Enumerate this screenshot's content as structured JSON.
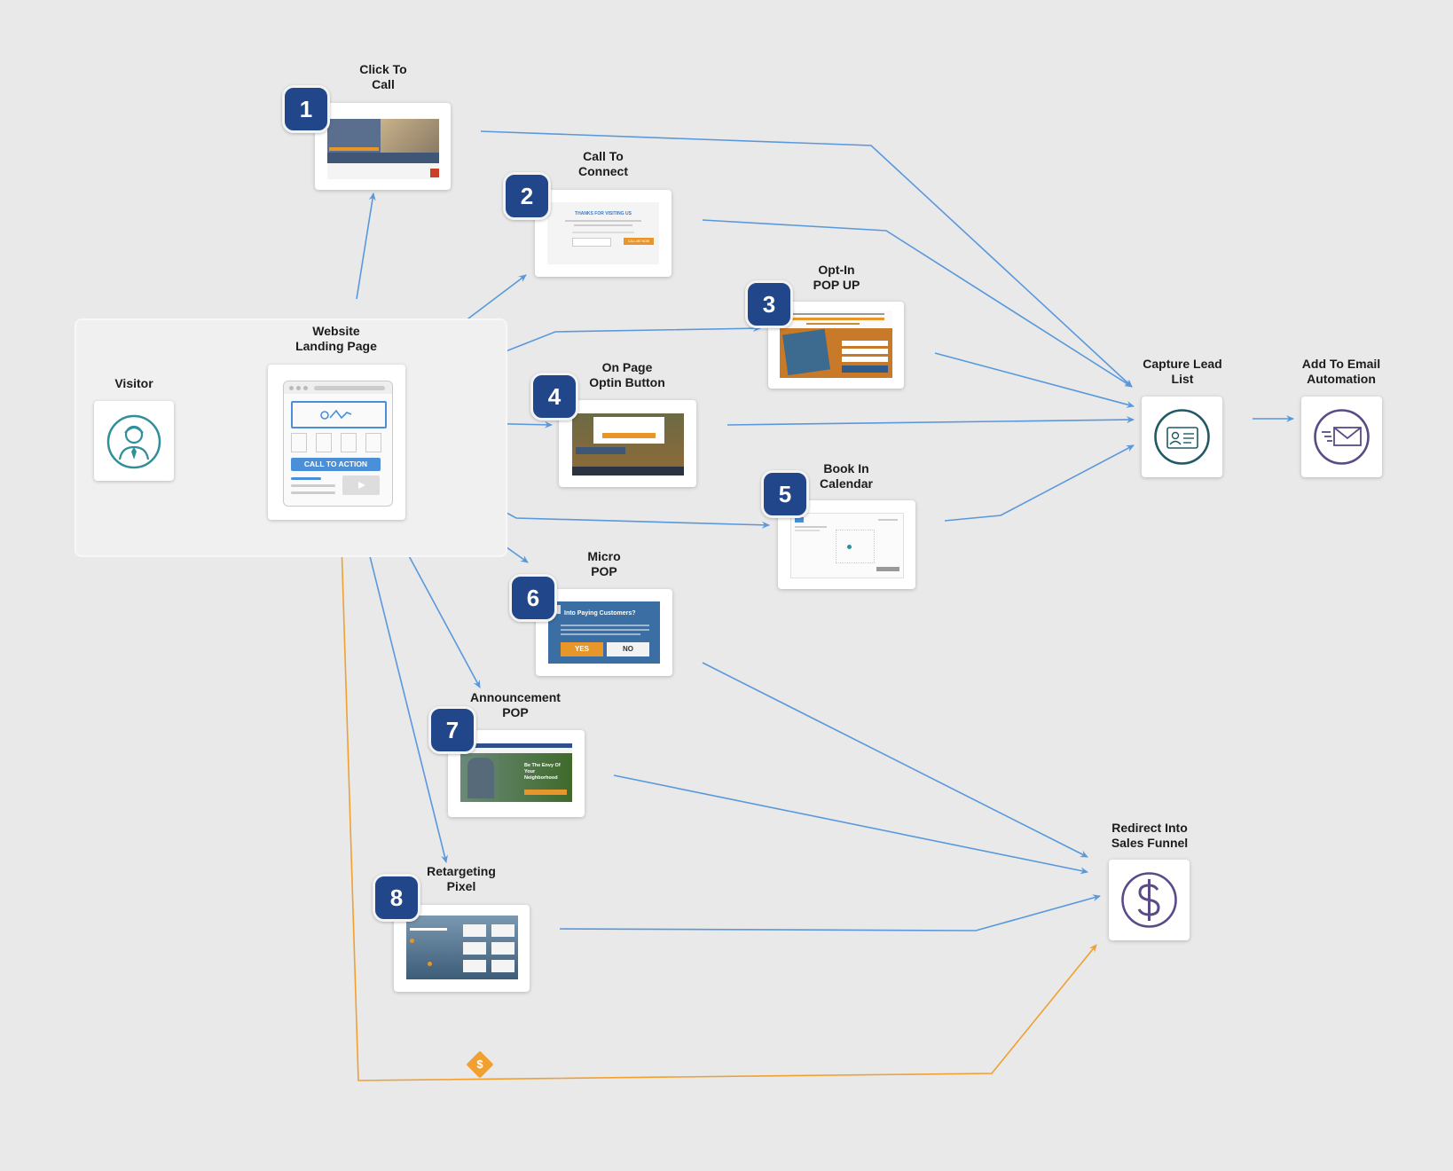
{
  "colors": {
    "badge": "#22468a",
    "flow_line": "#5a98dc",
    "pixel_line": "#f0a030",
    "node_icon": "#2f8f9a",
    "funnel_icon": "#5a4b86"
  },
  "nodes": {
    "visitor": {
      "label": "Visitor",
      "icon": "person-icon"
    },
    "landing_page": {
      "label": "Website\nLanding Page",
      "cta": "CALL TO ACTION",
      "icon": "landing-page-icon"
    },
    "capture_lead": {
      "label": "Capture Lead\nList",
      "icon": "contact-card-icon"
    },
    "email_automation": {
      "label": "Add To Email\nAutomation",
      "icon": "envelope-icon"
    },
    "sales_funnel": {
      "label": "Redirect Into\nSales Funnel",
      "icon": "dollar-icon"
    }
  },
  "steps": [
    {
      "number": "1",
      "label": "Click To\nCall"
    },
    {
      "number": "2",
      "label": "Call To\nConnect"
    },
    {
      "number": "3",
      "label": "Opt-In\nPOP UP"
    },
    {
      "number": "4",
      "label": "On Page\nOptin Button"
    },
    {
      "number": "5",
      "label": "Book In\nCalendar"
    },
    {
      "number": "6",
      "label": "Micro\nPOP"
    },
    {
      "number": "7",
      "label": "Announcement\nPOP"
    },
    {
      "number": "8",
      "label": "Retargeting\nPixel"
    }
  ],
  "thumb_text": {
    "call_to_connect_heading": "THANKS FOR VISITING US",
    "call_to_connect_button": "CALL ME NOW",
    "micro_pop_heading": "Into Paying Customers?",
    "micro_pop_yes": "YES",
    "micro_pop_no": "NO",
    "announcement_heading": "Be The Envy Of Your Neighborhood",
    "pixel_badge": "$"
  }
}
